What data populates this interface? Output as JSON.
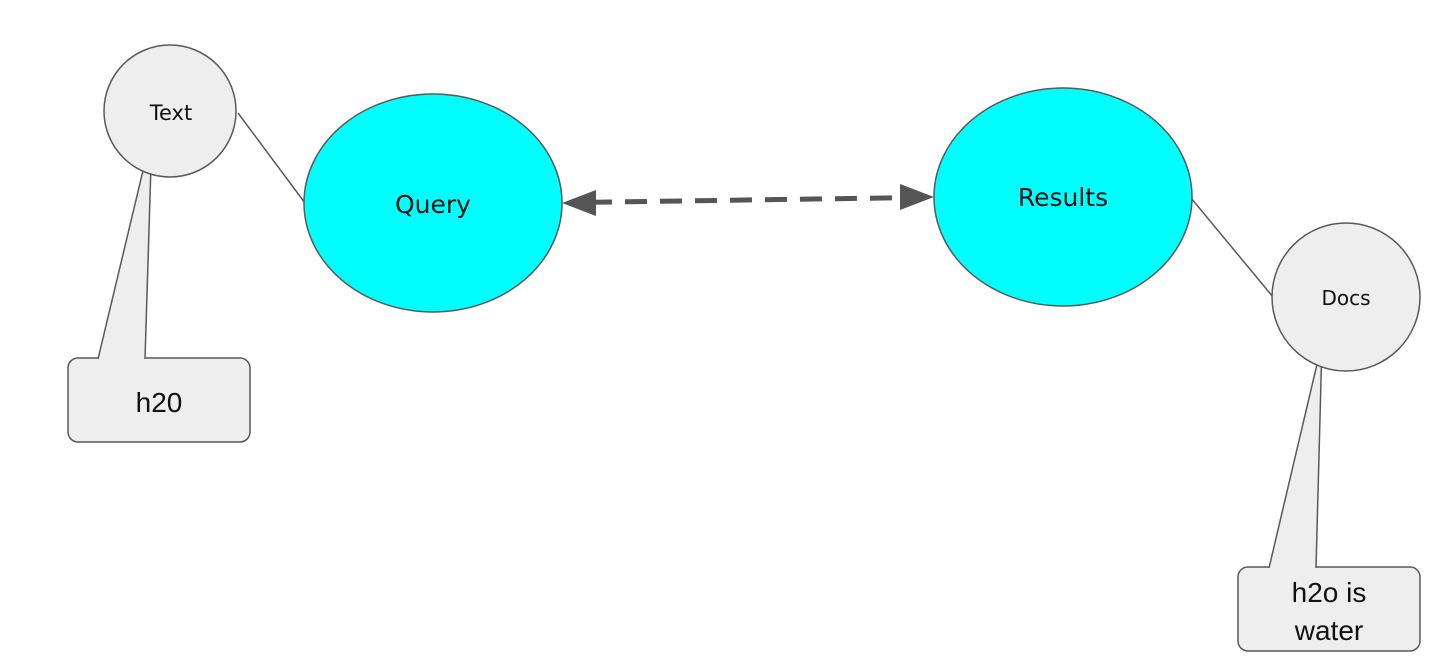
{
  "nodes": {
    "text": {
      "label": "Text"
    },
    "query": {
      "label": "Query"
    },
    "results": {
      "label": "Results"
    },
    "docs": {
      "label": "Docs"
    }
  },
  "callouts": {
    "h20": {
      "label": "h20"
    },
    "water": {
      "line1": "h2o is",
      "line2": "water"
    }
  },
  "colors": {
    "main_node_fill": "#00ffff",
    "small_node_fill": "#eeeeee",
    "callout_fill": "#eeeeee",
    "stroke": "#595959",
    "arrow": "#555555"
  }
}
